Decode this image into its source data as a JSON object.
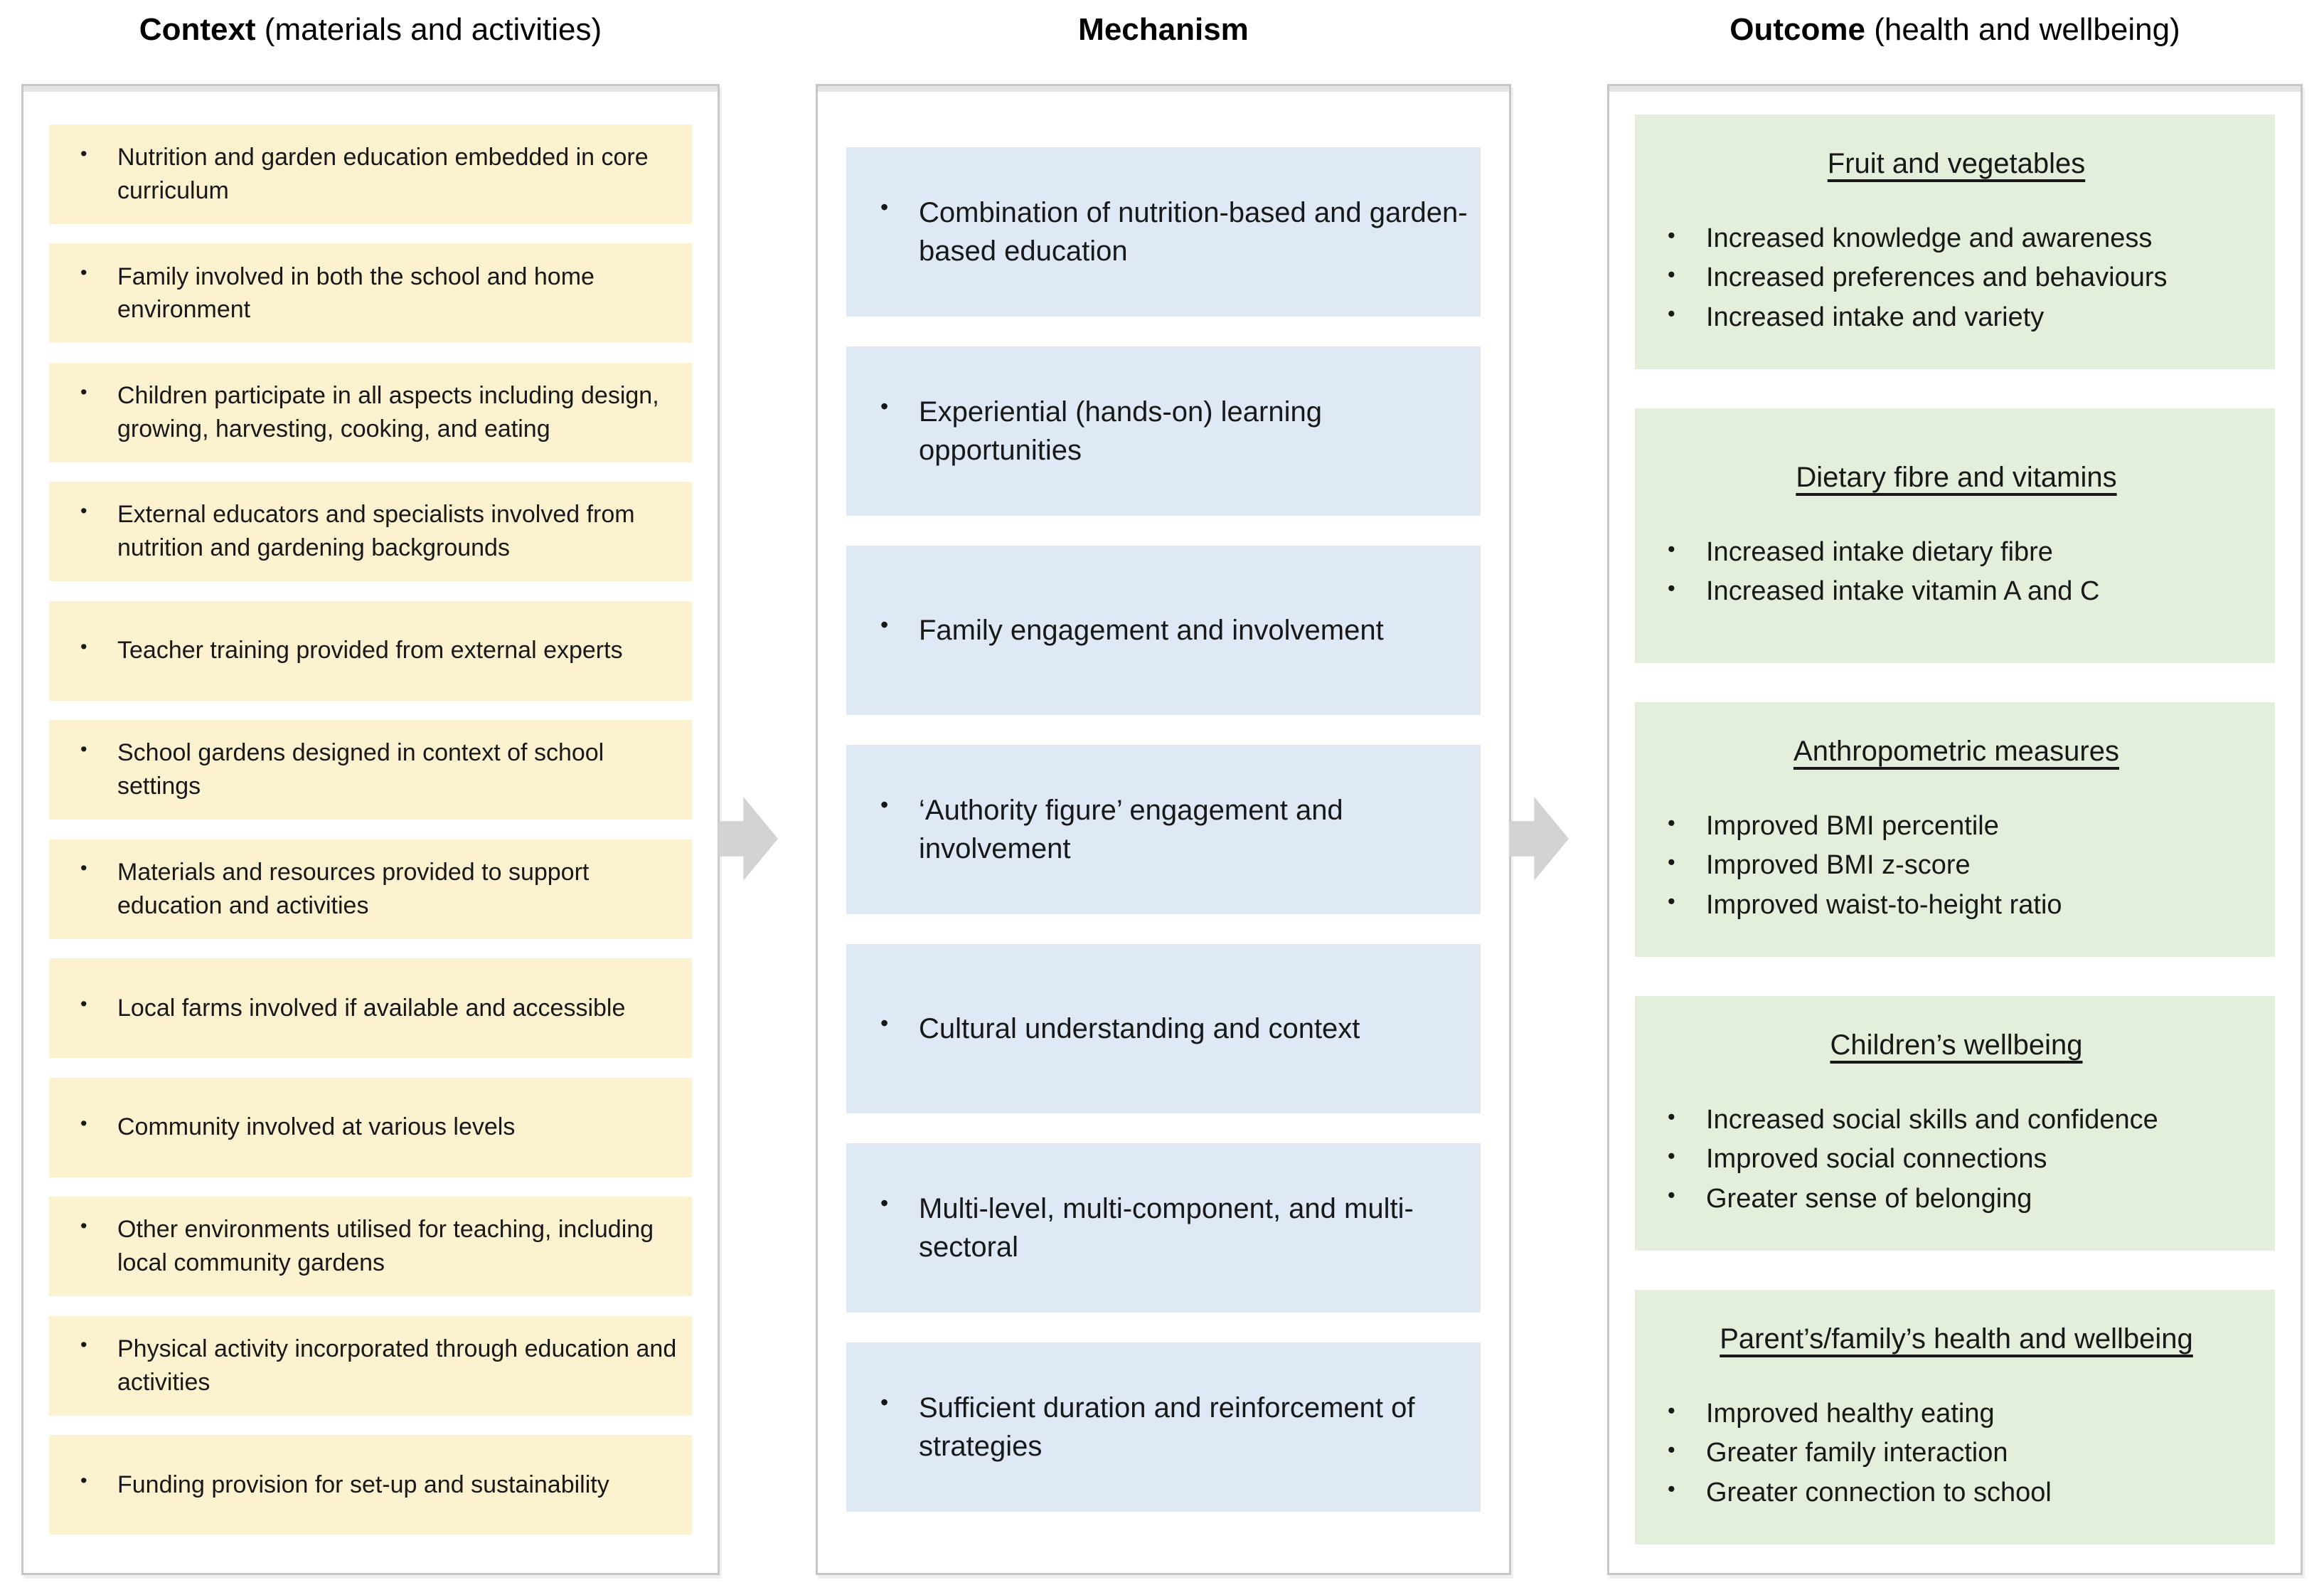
{
  "colors": {
    "context_box": "#FCF2CF",
    "mechanism_box": "#DEE9F5",
    "outcome_box": "#E3EFDA",
    "panel_border": "#C7C7C7",
    "arrow": "#D3D3D3"
  },
  "columns": [
    {
      "id": "context",
      "header_bold": "Context",
      "header_rest": " (materials and activities)",
      "items": [
        "Nutrition and garden education embedded in core curriculum",
        "Family involved in both the school and home environment",
        "Children participate in all aspects including design, growing, harvesting, cooking, and eating",
        "External educators and specialists involved from nutrition and gardening backgrounds",
        "Teacher training provided from external experts",
        "School gardens designed in context of school settings",
        "Materials and resources provided to support education and activities",
        "Local farms involved if available and accessible",
        "Community involved at various levels",
        "Other environments utilised for teaching, including local community gardens",
        "Physical activity incorporated through education and activities",
        "Funding provision for set-up and sustainability"
      ]
    },
    {
      "id": "mechanism",
      "header_bold": "Mechanism",
      "header_rest": "",
      "items": [
        "Combination of nutrition-based and garden-based education",
        "Experiential (hands-on) learning opportunities",
        "Family engagement and involvement",
        "‘Authority figure’ engagement and involvement",
        "Cultural understanding and context",
        "Multi-level, multi-component, and multi-sectoral",
        "Sufficient duration and reinforcement of strategies"
      ]
    },
    {
      "id": "outcome",
      "header_bold": "Outcome",
      "header_rest": " (health and wellbeing)",
      "groups": [
        {
          "title": "Fruit and vegetables",
          "bullets": [
            "Increased knowledge and awareness",
            "Increased preferences and behaviours",
            "Increased intake and variety"
          ]
        },
        {
          "title": "Dietary fibre and vitamins",
          "bullets": [
            "Increased intake dietary fibre",
            "Increased intake vitamin A and C"
          ]
        },
        {
          "title": "Anthropometric measures",
          "bullets": [
            "Improved BMI percentile",
            "Improved BMI z-score",
            "Improved waist-to-height ratio"
          ]
        },
        {
          "title": "Children’s wellbeing",
          "bullets": [
            "Increased social skills and confidence",
            "Improved social connections",
            "Greater sense of belonging"
          ]
        },
        {
          "title": "Parent’s/family’s health and wellbeing",
          "bullets": [
            "Improved healthy eating",
            "Greater family interaction",
            "Greater connection to school"
          ]
        }
      ]
    }
  ]
}
